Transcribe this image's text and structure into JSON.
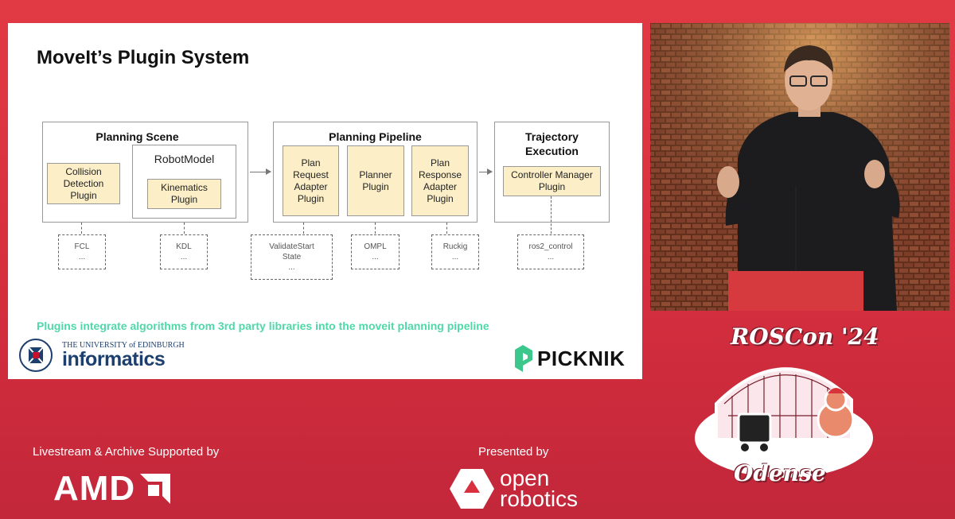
{
  "slide": {
    "title": "MoveIt’s Plugin System",
    "caption": "Plugins integrate algorithms from 3rd party libraries into the moveit planning pipeline",
    "planning_scene": {
      "title": "Planning Scene",
      "collision": "Collision Detection Plugin",
      "robot_model": "RobotModel",
      "kinematics": "Kinematics Plugin"
    },
    "planning_pipeline": {
      "title": "Planning Pipeline",
      "request_adapter": "Plan Request Adapter Plugin",
      "planner": "Planner Plugin",
      "response_adapter": "Plan Response Adapter Plugin"
    },
    "trajectory_execution": {
      "title": "Trajectory Execution",
      "controller_manager": "Controller Manager Plugin"
    },
    "libraries": [
      {
        "name": "FCL",
        "more": "..."
      },
      {
        "name": "KDL",
        "more": "..."
      },
      {
        "name": "ValidateStart State",
        "more": "..."
      },
      {
        "name": "OMPL",
        "more": "..."
      },
      {
        "name": "Ruckig",
        "more": "..."
      },
      {
        "name": "ros2_control",
        "more": "..."
      }
    ],
    "university": {
      "line1": "THE UNIVERSITY of EDINBURGH",
      "line2": "informatics"
    },
    "sponsor_logo": "PICKNIK"
  },
  "event": {
    "name": "ROSCon '24",
    "city": "Odense"
  },
  "footer": {
    "livestream": "Livestream & Archive Supported by",
    "amd": "AMD",
    "presented": "Presented by",
    "open": "open",
    "robotics": "robotics"
  },
  "colors": {
    "background": "#d9303f",
    "plugin_fill": "#fcefc8",
    "caption": "#4fd8a8"
  }
}
